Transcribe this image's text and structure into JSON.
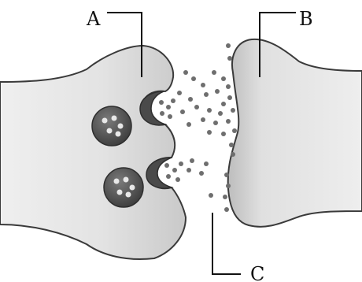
{
  "labels": {
    "a": "A",
    "b": "B",
    "c": "C"
  },
  "colors": {
    "membrane_fill": "#e4e4e4",
    "membrane_stroke": "#3a3a3a",
    "vesicle_fill": "#555555",
    "vesicle_dot": "#e8e8e8",
    "transmitter": "#6e6e6e",
    "label_line": "#111111"
  }
}
